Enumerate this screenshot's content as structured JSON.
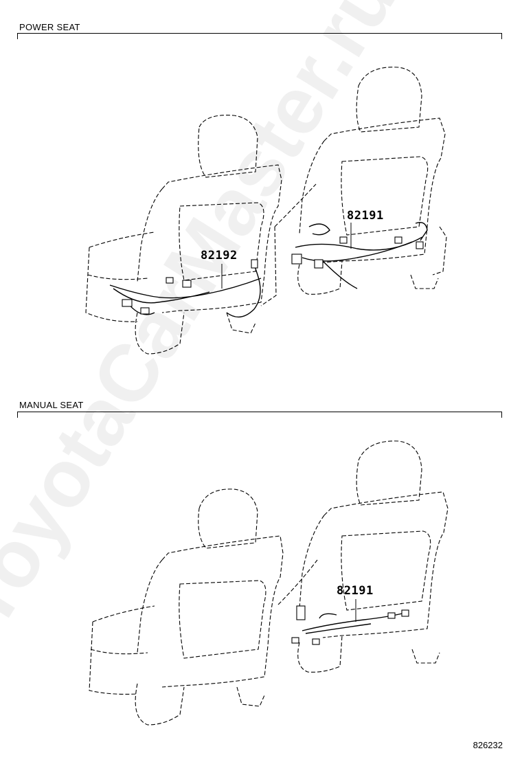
{
  "sections": {
    "power": {
      "label": "POWER SEAT",
      "parts": {
        "left": "82192",
        "right": "82191"
      }
    },
    "manual": {
      "label": "MANUAL SEAT",
      "parts": {
        "right": "82191"
      }
    }
  },
  "drawing_number": "826232",
  "watermark": "ToyotaCarMaster.ru"
}
